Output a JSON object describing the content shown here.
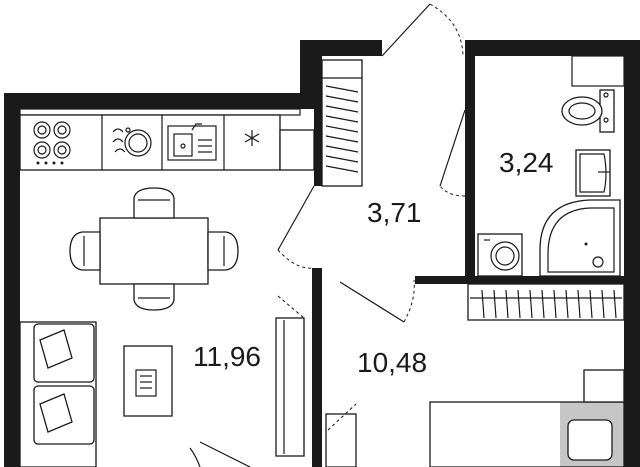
{
  "rooms": {
    "kitchen_living": {
      "area": "11,96"
    },
    "hallway": {
      "area": "3,71"
    },
    "bathroom": {
      "area": "3,24"
    },
    "bedroom": {
      "area": "10,48"
    }
  },
  "icons": {
    "stove": "stove-icon",
    "dishwasher": "dishwasher-icon",
    "sink": "sink-icon",
    "fridge": "snowflake-icon",
    "washing_machine": "washing-machine-icon",
    "toilet": "toilet-icon",
    "shower": "shower-icon",
    "tv": "tv-icon"
  },
  "colors": {
    "ink": "#1a1a1a",
    "background": "#ffffff"
  }
}
